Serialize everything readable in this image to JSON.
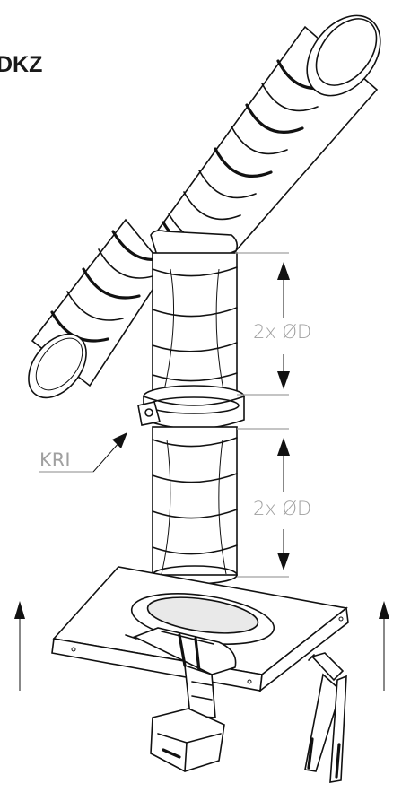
{
  "title": "DKZ",
  "labels": {
    "kri": "KRI",
    "dimension_upper": "2x ØD",
    "dimension_lower": "2x ØD"
  },
  "colors": {
    "line": "#111111",
    "annotation": "#a0a0a0",
    "background": "#ffffff"
  },
  "icons": [
    "cordless-drill-icon",
    "rivet-pliers-icon",
    "up-arrow-icon"
  ]
}
